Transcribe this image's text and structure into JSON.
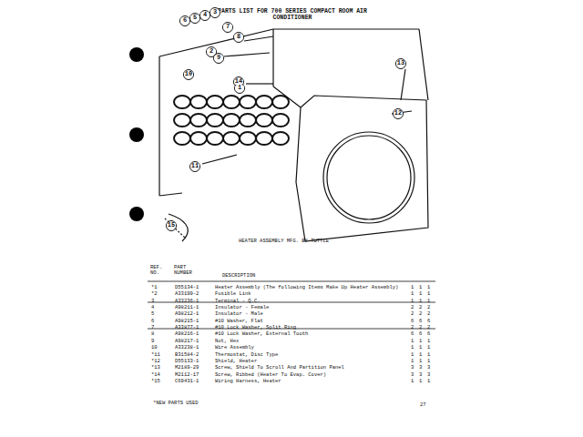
{
  "diagram": {
    "title": "PARTS LIST FOR 700 SERIES COMPACT ROOM AIR CONDITIONER",
    "labels": [
      "HEATER ASSEMBLY MFG. BY TUTTLE",
      "REF. NO.",
      "PART NUMBER",
      "DESCRIPTION",
      "*1",
      "D55134-1",
      "Heater Assembly (The following Items Make Up Heater Assembly)",
      "1",
      "1",
      "1",
      "*2",
      "A33199-2",
      "Fusible Link",
      "1",
      "1",
      "1",
      "3",
      "A33236-1",
      "Terminal - Q.C.",
      "1",
      "1",
      "1",
      "4",
      "A98211-1",
      "Insulator - Female",
      "2",
      "2",
      "2",
      "5",
      "A98212-1",
      "Insulator - Male",
      "2",
      "2",
      "2",
      "6",
      "A98215-1",
      "#10 Washer, Flat",
      "6",
      "6",
      "6",
      "7",
      "A33877-1",
      "#10 Lock Washer, Split Ring",
      "2",
      "2",
      "2",
      "8",
      "A98216-1",
      "#10 Lock Washer, External Tooth",
      "6",
      "6",
      "6",
      "9",
      "A98217-1",
      "Nut, Hex",
      "1",
      "1",
      "1",
      "10",
      "A33238-1",
      "Wire Assembly",
      "1",
      "1",
      "1",
      "*11",
      "B31584-2",
      "Thermostat, Disc Type",
      "1",
      "1",
      "1",
      "*12",
      "D55133-1",
      "Shield, Heater",
      "1",
      "1",
      "1",
      "*13",
      "M2189-29",
      "Screw, Shield To Scroll And Partition Panel",
      "3",
      "3",
      "3",
      "*14",
      "M2112-17",
      "Screw, Ribbed (Heater To Evap. Cover)",
      "3",
      "3",
      "3",
      "*15",
      "C69431-1",
      "Wiring Harness, Heater",
      "1",
      "1",
      "1",
      "*NEW PARTS USED",
      "27",
      "1",
      "2",
      "3",
      "4",
      "5",
      "6",
      "7",
      "8",
      "9",
      "10",
      "11",
      "12",
      "13",
      "14",
      "15"
    ]
  }
}
